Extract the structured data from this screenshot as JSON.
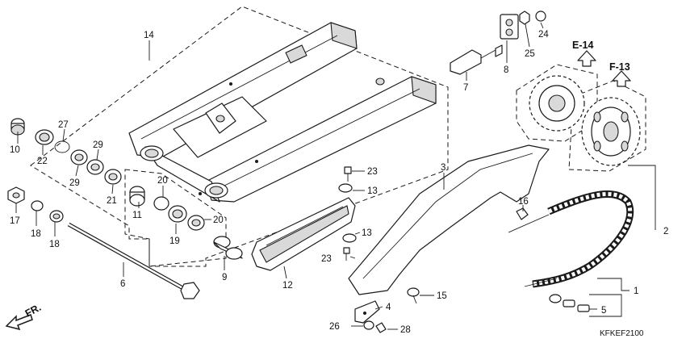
{
  "diagram": {
    "figure_code": "KFKEF2100",
    "direction_label": "FR.",
    "section_refs": [
      "E-14",
      "F-13"
    ],
    "callouts": {
      "p1": "1",
      "p2": "2",
      "p3": "3",
      "p4": "4",
      "p5": "5",
      "p6": "6",
      "p7": "7",
      "p8": "8",
      "p9": "9",
      "p10": "10",
      "p11": "11",
      "p12": "12",
      "p13a": "13",
      "p13b": "13",
      "p14": "14",
      "p15": "15",
      "p16": "16",
      "p17": "17",
      "p18a": "18",
      "p18b": "18",
      "p19": "19",
      "p20a": "20",
      "p20b": "20",
      "p21": "21",
      "p22": "22",
      "p23a": "23",
      "p23b": "23",
      "p24": "24",
      "p25": "25",
      "p26": "26",
      "p27": "27",
      "p28": "28",
      "p29a": "29",
      "p29b": "29"
    }
  }
}
